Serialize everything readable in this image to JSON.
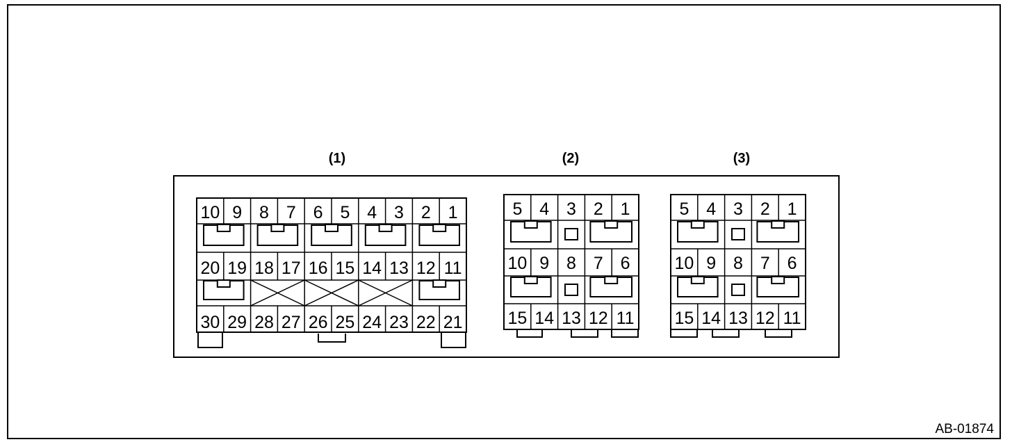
{
  "figure_code": "AB-01874",
  "connectors": [
    {
      "label": "(1)",
      "rows": [
        [
          "10",
          "9",
          "8",
          "7",
          "6",
          "5",
          "4",
          "3",
          "2",
          "1"
        ],
        [
          "20",
          "19",
          "18",
          "17",
          "16",
          "15",
          "14",
          "13",
          "12",
          "11"
        ],
        [
          "30",
          "29",
          "28",
          "27",
          "26",
          "25",
          "24",
          "23",
          "22",
          "21"
        ]
      ]
    },
    {
      "label": "(2)",
      "rows": [
        [
          "5",
          "4",
          "3",
          "2",
          "1"
        ],
        [
          "10",
          "9",
          "8",
          "7",
          "6"
        ],
        [
          "15",
          "14",
          "13",
          "12",
          "11"
        ]
      ]
    },
    {
      "label": "(3)",
      "rows": [
        [
          "5",
          "4",
          "3",
          "2",
          "1"
        ],
        [
          "10",
          "9",
          "8",
          "7",
          "6"
        ],
        [
          "15",
          "14",
          "13",
          "12",
          "11"
        ]
      ]
    }
  ]
}
